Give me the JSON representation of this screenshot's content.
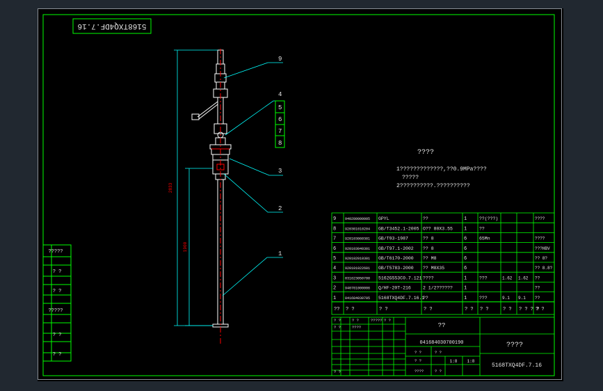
{
  "drawing": {
    "title_stamp": "5168TXQ4DF.7.16",
    "tech_title": "????",
    "tech_notes": [
      "1?????????????,??0.9MPa????",
      "?????",
      "2??????????.??????????"
    ],
    "dimension_total": "2833",
    "dimension_lower": "1900",
    "callouts": [
      "9",
      "4",
      "5",
      "6",
      "7",
      "8",
      "3",
      "2",
      "1"
    ],
    "left_block_labels": [
      "?????",
      "? ?",
      "? ?",
      "?????",
      "? ?",
      "? ?"
    ]
  },
  "bom": {
    "rows": [
      {
        "no": "9",
        "code": "940280000005",
        "std": "GPYL",
        "name": "??",
        "qty": "1",
        "mat": "??(???)",
        "w1": "",
        "w2": "",
        "note": "????"
      },
      {
        "no": "8",
        "code": "920301010204",
        "std": "GB/T3452.1-2005",
        "name": "O?? 80X3.55",
        "qty": "1",
        "mat": "??",
        "w1": "",
        "w2": "",
        "note": ""
      },
      {
        "no": "7",
        "code": "920103060301",
        "std": "GB/T93-1987",
        "name": "?? 8",
        "qty": "6",
        "mat": "65Mn",
        "w1": "",
        "w2": "",
        "note": "????"
      },
      {
        "no": "6",
        "code": "920103040301",
        "std": "GB/T97.1-2002",
        "name": "?? 8",
        "qty": "6",
        "mat": "",
        "w1": "",
        "w2": "",
        "note": "???HBV"
      },
      {
        "no": "5",
        "code": "920102010301",
        "std": "GB/T6170-2000",
        "name": "?? M8",
        "qty": "6",
        "mat": "",
        "w1": "",
        "w2": "",
        "note": "?? 8?"
      },
      {
        "no": "4",
        "code": "920101022601",
        "std": "GB/T5783-2000",
        "name": "?? M8X35",
        "qty": "6",
        "mat": "",
        "w1": "",
        "w2": "",
        "note": "?? 8.8?"
      },
      {
        "no": "3",
        "code": "031623050700",
        "std": "5162GSS3C0.7.121",
        "name": "????",
        "qty": "1",
        "mat": "???",
        "w1": "1.62",
        "w2": "1.62",
        "note": "??"
      },
      {
        "no": "2",
        "code": "940701000006",
        "std": "Q/HF-20T-216",
        "name": "2 1/2??????",
        "qty": "1",
        "mat": "",
        "w1": "",
        "w2": "",
        "note": "??"
      },
      {
        "no": "1",
        "code": "041684030705",
        "std": "5168TXQ4DF.7.16.1",
        "name": "??",
        "qty": "1",
        "mat": "???",
        "w1": "9.1",
        "w2": "9.1",
        "note": "??"
      }
    ],
    "header": [
      "??",
      "? ?",
      "? ?",
      "? ?",
      "? ?",
      "? ?",
      "? ?",
      "? ? ? ?",
      "? ?"
    ]
  },
  "title_block": {
    "part_name": "??",
    "drawing_no": "041684030700190",
    "title": "????",
    "code": "5168TXQ4DF.7.16",
    "scale": "1:8",
    "sheet": "1:8",
    "cells": [
      "? ?",
      "? ?",
      "?????",
      "? ?",
      "? ?",
      "????",
      "? ?",
      "? ?",
      "? ?",
      "????",
      "? ?",
      "? ?"
    ]
  },
  "colors": {
    "line": "#00ff00",
    "part": "#ffffff",
    "leader": "#00ffff",
    "dim": "#ff0000",
    "text": "#e6e6e6"
  }
}
